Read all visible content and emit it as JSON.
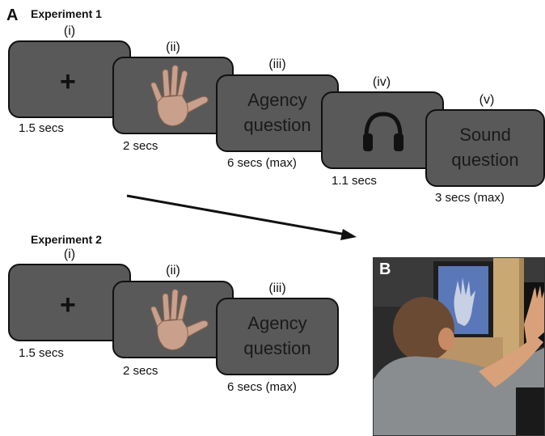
{
  "panel_a": {
    "label": "A",
    "experiment1": {
      "title": "Experiment 1",
      "steps": [
        {
          "num": "(i)",
          "duration": "1.5 secs",
          "content": "+"
        },
        {
          "num": "(ii)",
          "duration": "2 secs",
          "content": "hand-image"
        },
        {
          "num": "(iii)",
          "duration": "6 secs (max)",
          "line1": "Agency",
          "line2": "question"
        },
        {
          "num": "(iv)",
          "duration": "1.1 secs",
          "content": "headphones-icon"
        },
        {
          "num": "(v)",
          "duration": "3 secs (max)",
          "line1": "Sound",
          "line2": "question"
        }
      ]
    },
    "experiment2": {
      "title": "Experiment 2",
      "steps": [
        {
          "num": "(i)",
          "duration": "1.5 secs",
          "content": "+"
        },
        {
          "num": "(ii)",
          "duration": "2 secs",
          "content": "hand-image"
        },
        {
          "num": "(iii)",
          "duration": "6 secs (max)",
          "line1": "Agency",
          "line2": "question"
        }
      ]
    }
  },
  "panel_b": {
    "label": "B"
  },
  "colors": {
    "screen": "#595959",
    "border": "#111111",
    "hand": "#c9a08c"
  }
}
